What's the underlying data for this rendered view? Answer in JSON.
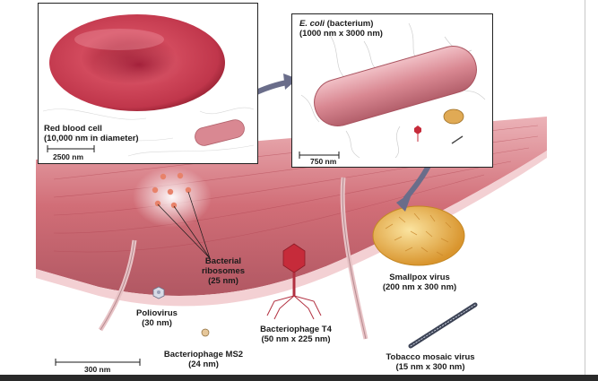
{
  "rbc_inset": {
    "label_line1": "Red blood cell",
    "label_line2": "(10,000 nm in diameter)",
    "scale_label": "2500 nm"
  },
  "ecoli_inset": {
    "label_italic": "E. coli",
    "label_rest": " (bacterium)",
    "label_line2": "(1000 nm x 3000 nm)",
    "scale_label": "750 nm"
  },
  "labels": {
    "ribosomes_line1": "Bacterial",
    "ribosomes_line2": "ribosomes",
    "ribosomes_line3": "(25 nm)",
    "smallpox_line1": "Smallpox virus",
    "smallpox_line2": "(200 nm x 300 nm)",
    "polio_line1": "Poliovirus",
    "polio_line2": "(30 nm)",
    "t4_line1": "Bacteriophage T4",
    "t4_line2": "(50 nm x 225 nm)",
    "ms2_line1": "Bacteriophage MS2",
    "ms2_line2": "(24 nm)",
    "tmv_line1": "Tobacco mosaic virus",
    "tmv_line2": "(15 nm x 300 nm)"
  },
  "main_scale_label": "300 nm",
  "colors": {
    "membrane": "#c9545f",
    "rbc": "#c8374b",
    "ecoli": "#d98892",
    "smallpox": "#e8b54a",
    "t4": "#c62b3a",
    "ribosome": "#e8826a"
  }
}
